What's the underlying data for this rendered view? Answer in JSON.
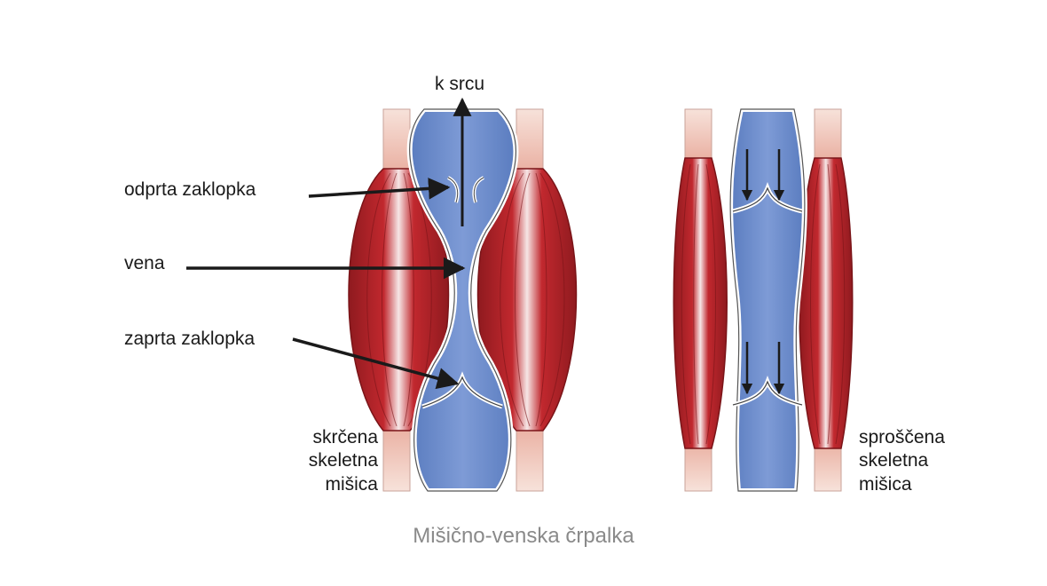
{
  "labels": {
    "to_heart": "k srcu",
    "open_valve": "odprta zaklopka",
    "vein": "vena",
    "closed_valve": "zaprta zaklopka",
    "contracted": [
      "skrčena",
      "skeletna",
      "mišica"
    ],
    "relaxed": [
      "sproščena",
      "skeletna",
      "mišica"
    ]
  },
  "caption": "Mišično-venska črpalka",
  "colors": {
    "muscle": "#b8252b",
    "muscle_dark": "#8f1a1f",
    "tendon": "#f4d3c8",
    "vein": "#6f8fcc",
    "vein_dark": "#4f6faf",
    "outline": "#555555",
    "arrow": "#1a1a1a",
    "caption": "#8a8a8a"
  }
}
